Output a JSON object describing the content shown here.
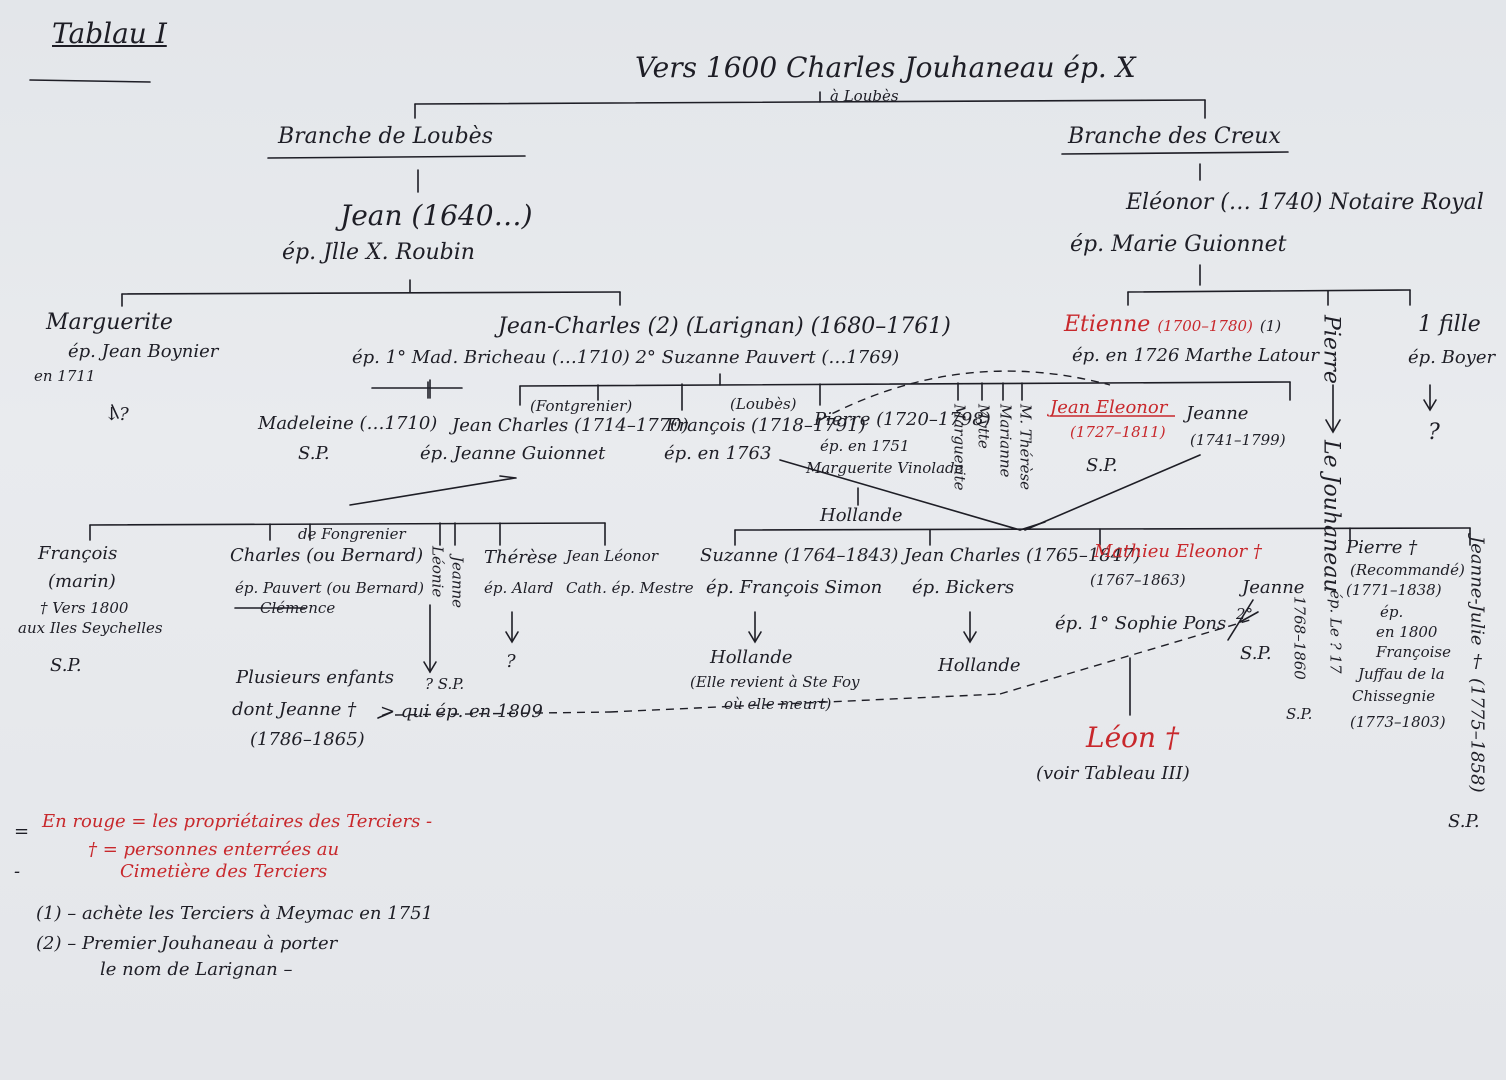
{
  "title": "Tablau I",
  "root": {
    "text": "Vers 1600 Charles Jouhaneau ép. X",
    "sub": "à Loubès"
  },
  "branches": {
    "left": "Branche de Loubès",
    "right": "Branche des Creux"
  },
  "jean": {
    "line1": "Jean (1640…)",
    "line2": "ép. Jlle X. Roubin"
  },
  "eleonor": {
    "line1": "Eléonor (… 1740) Notaire Royal",
    "line2": "ép. Marie Guionnet"
  },
  "marguerite": {
    "line1": "Marguerite",
    "line2": "ép. Jean Boynier",
    "line3": "en 1711",
    "arrow": "↓?"
  },
  "jean_charles": {
    "line1": "Jean-Charles (2) (Larignan) (1680–1761)",
    "line2": "ép. 1° Mad. Bricheau (…1710) 2° Suzanne Pauvert (…1769)"
  },
  "etienne": {
    "name": "Etienne",
    "dates": "(1700–1780)",
    "note": "(1)",
    "line2": "ép. en 1726 Marthe Latour"
  },
  "pierre_vert": "Pierre",
  "fille": {
    "line1": "1 fille",
    "line2": "ép. Boyer",
    "arrow": "↓ ?"
  },
  "gen3": {
    "madeleine": {
      "line1": "Madeleine (…1710)",
      "line2": "S.P."
    },
    "jc2": {
      "line0": "(Fontgrenier)",
      "line1": "Jean Charles (1714–1770)",
      "line2": "ép. Jeanne Guionnet"
    },
    "francois": {
      "line0": "(Loubès)",
      "line1": "François (1718–1791)",
      "line2": "ép. en 1763"
    },
    "pierre": {
      "line1": "Pierre (1720–1798)",
      "line2": "ép. en 1751",
      "line3": "Marguerite Vinolade"
    },
    "hollande": "Hollande",
    "v1": "Marguerite",
    "v2": "Mytte",
    "v3": "Marianne",
    "v4": "M. Thérèse",
    "jean_eleonor": {
      "line1": "Jean Eleonor",
      "line2": "(1727–1811)",
      "line3": "S.P."
    },
    "jeanne": {
      "line1": "Jeanne",
      "line2": "(1741–1799)"
    },
    "le_jouhaneau": "Le Jouhaneau"
  },
  "gen4": {
    "francois": {
      "line1": "François",
      "line2": "(marin)",
      "line3": "† Vers 1800",
      "line4": "aux Iles Seychelles",
      "line5": "S.P."
    },
    "charles": {
      "line0": "de Fongrenier",
      "line1": "Charles (ou Bernard)",
      "line2": "ép. Pauvert (ou Bernard)",
      "line3": "Clémence"
    },
    "v_leonie": "Léonie",
    "v_jeanne": "Jeanne",
    "therese": {
      "line1": "Thérèse",
      "line2": "ép. Alard",
      "arrow": "↓ ?"
    },
    "jean_leonor": {
      "line1": "Jean Léonor",
      "line2": "Cath. ép. Mestre"
    },
    "sp_q": "? S.P.",
    "plusieurs": {
      "line1": "Plusieurs enfants",
      "line2": "dont Jeanne †",
      "line3": "(1786–1865)"
    },
    "qui": "> qui ép. en 1809",
    "suzanne": {
      "line1": "Suzanne (1764–1843)",
      "line2": "ép. François Simon",
      "line3": "Hollande",
      "line4": "(Elle revient à Ste Foy",
      "line5": "où elle meurt)"
    },
    "jc3": {
      "line1": "Jean Charles (1765–1847)",
      "line2": "ép. Bickers",
      "line3": "Hollande"
    },
    "mathieu": {
      "line1": "Mathieu Eleonor †",
      "line2": "(1767–1863)",
      "line3": "ép. 1° Sophie Pons",
      "line4": "2°"
    },
    "jeanne2": {
      "line1": "Jeanne",
      "line2": "S.P.",
      "v": "1768–1860",
      "sp": "S.P."
    },
    "leon": {
      "line1": "Léon †",
      "line2": "(voir Tableau III)"
    },
    "pierre": {
      "line1": "Pierre †",
      "line2": "(Recommandé)",
      "line3": "(1771–1838)",
      "line4": "ép.",
      "line5": "en 1800",
      "line6": "Françoise",
      "line7": "Juffau de la",
      "line8": "Chissegnie",
      "line9": "(1773–1803)"
    },
    "v_ep": "ép. Le ? 17",
    "jeanne_julie": {
      "v": "Jeanne-Julie † (1775–1858)",
      "sp": "S.P."
    }
  },
  "legend": {
    "red": "En rouge = les propriétaires des Terciers -",
    "cross": "† = personnes enterrées au",
    "cross2": "Cimetière des Terciers",
    "note1": "(1) – achète les Terciers à Meymac en 1751",
    "note2": "(2) – Premier Jouhaneau à porter",
    "note3": "le nom de Larignan –",
    "bullets": [
      "=",
      "-"
    ]
  },
  "colors": {
    "ink": "#1e1e26",
    "red_ink": "#c8282c",
    "paper": "#e6e8ec"
  }
}
